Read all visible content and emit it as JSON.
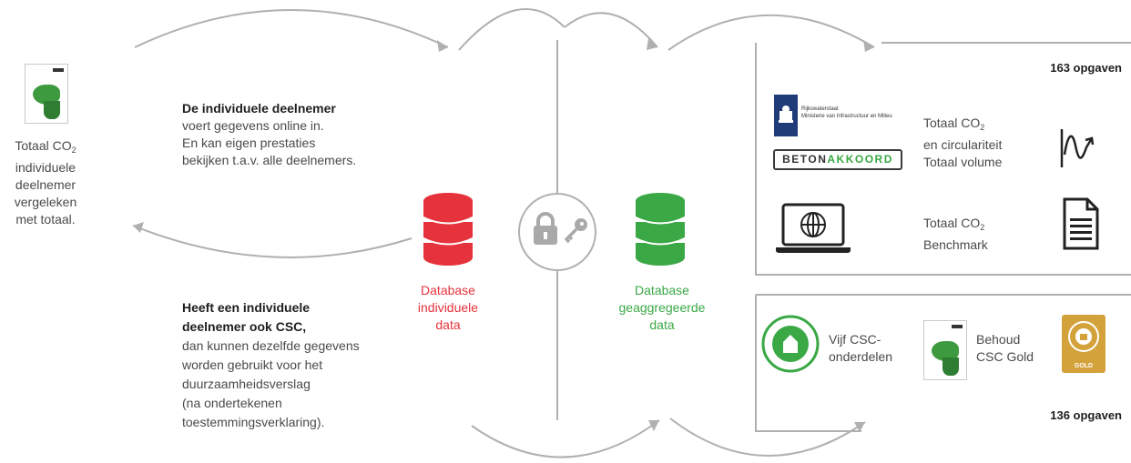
{
  "left_report": {
    "caption_lines": [
      "Totaal CO",
      "individuele",
      "deelnemer",
      "vergeleken",
      "met totaal."
    ],
    "caption_sub": "2"
  },
  "upper_text": {
    "title": "De individuele deelnemer",
    "lines": [
      "voert gegevens online in.",
      "En kan eigen prestaties",
      "bekijken t.a.v. alle deelnemers."
    ]
  },
  "lower_text": {
    "title_lines": [
      "Heeft een individuele",
      "deelnemer ook CSC,"
    ],
    "lines": [
      "dan kunnen dezelfde gegevens",
      "worden gebruikt voor het",
      "duurzaamheidsverslag",
      "(na ondertekenen",
      "toestemmingsverklaring)."
    ]
  },
  "db_individual": {
    "lines": [
      "Database",
      "individuele",
      "data"
    ],
    "color": "#e5323b"
  },
  "db_aggregated": {
    "lines": [
      "Database",
      "geaggregeerde",
      "data"
    ],
    "color": "#3aa845"
  },
  "security": {
    "icons": [
      "lock-icon",
      "key-icon"
    ]
  },
  "box_top": {
    "count": "163 opgaven",
    "ministry_lines": [
      "Rijkswaterstaat",
      "Ministerie van Infrastructuur en Milieu"
    ],
    "beton_a": "BETON",
    "beton_b": "AKKOORD",
    "row1_lines": [
      "Totaal CO",
      "en circulariteit",
      "Totaal volume"
    ],
    "row2_lines": [
      "Totaal CO",
      "Benchmark"
    ],
    "sub2": "2"
  },
  "box_bottom": {
    "count": "136 opgaven",
    "csc_lines": [
      "Vijf CSC-",
      "onderdelen"
    ],
    "behoud_lines": [
      "Behoud",
      "CSC Gold"
    ],
    "gold_label": "GOLD"
  }
}
